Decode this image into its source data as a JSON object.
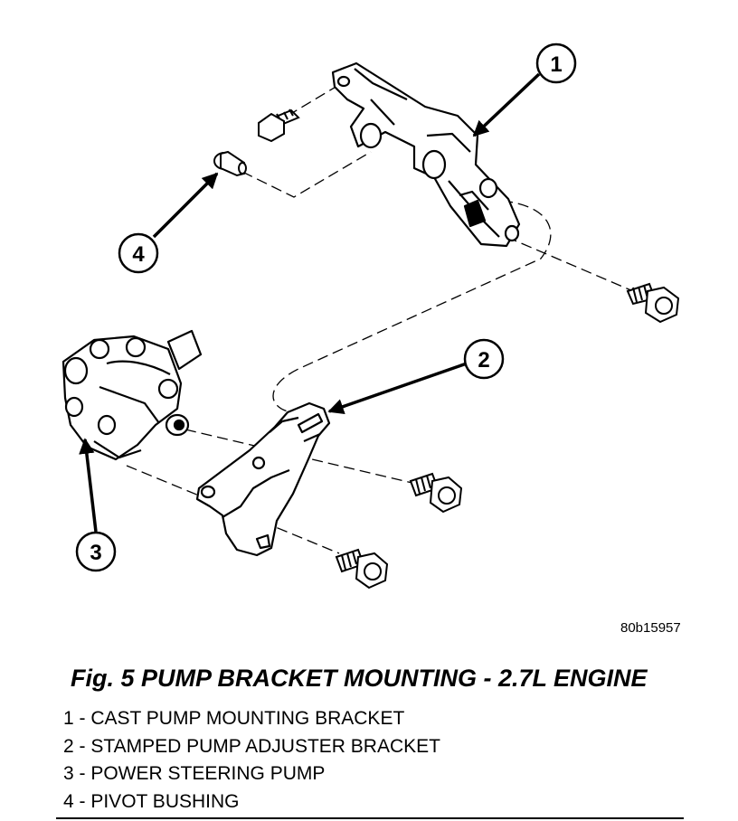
{
  "figure": {
    "image_code": "80b15957",
    "title": "Fig. 5 PUMP BRACKET MOUNTING - 2.7L ENGINE",
    "callouts": [
      "1",
      "2",
      "3",
      "4"
    ],
    "legend": [
      "1 - CAST PUMP MOUNTING BRACKET",
      "2 - STAMPED PUMP ADJUSTER BRACKET",
      "3 - POWER STEERING PUMP",
      "4 - PIVOT BUSHING"
    ]
  }
}
